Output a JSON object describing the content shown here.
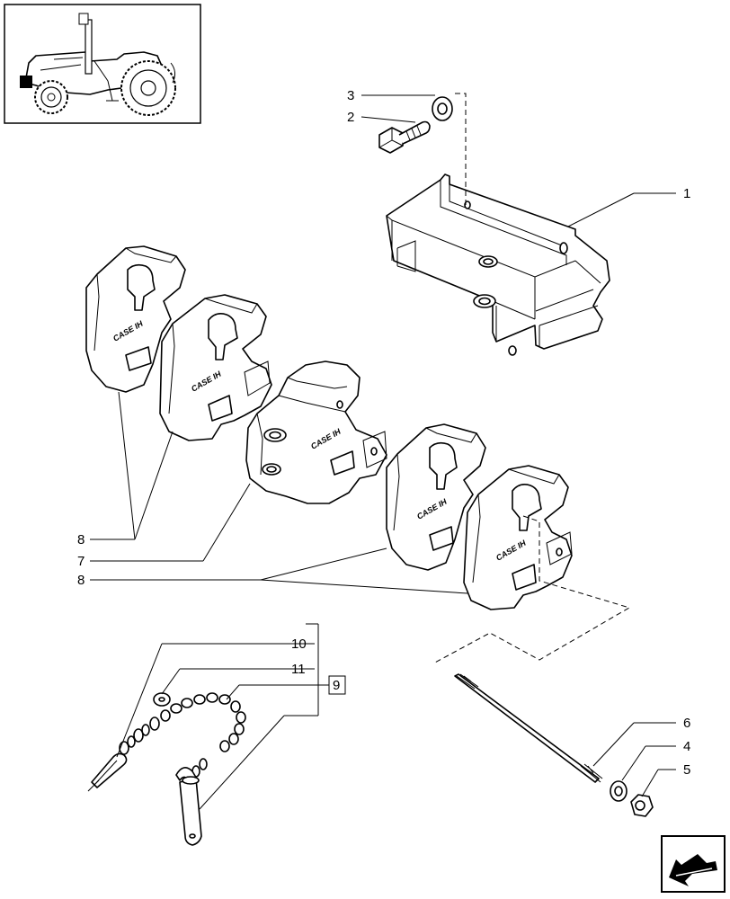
{
  "callouts": {
    "c1": "1",
    "c2": "2",
    "c3": "3",
    "c4": "4",
    "c5": "5",
    "c6": "6",
    "c7": "7",
    "c8a": "8",
    "c8b": "8",
    "c9": "9",
    "c10": "10",
    "c11": "11"
  },
  "brand": "CASE IH",
  "icons": {
    "thumbnail": "tractor-thumbnail-icon",
    "navigation": "next-page-arrow-icon"
  }
}
